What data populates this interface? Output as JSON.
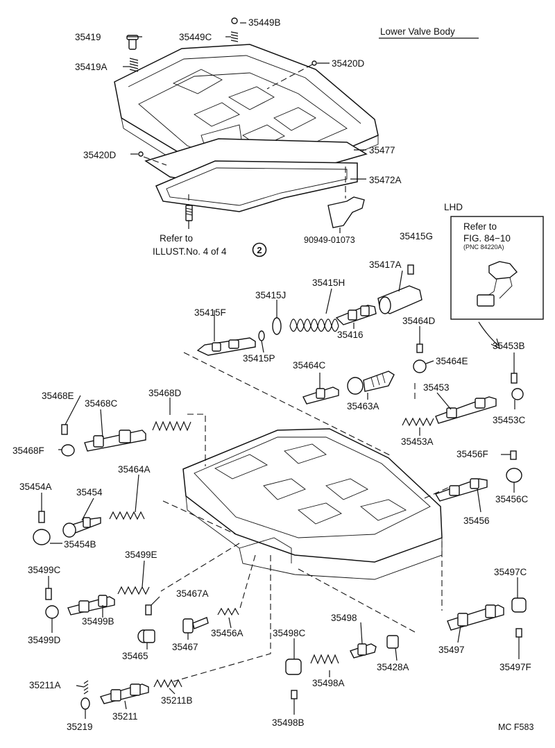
{
  "title": "Lower Valve Body",
  "footer_code": "MC F583",
  "lhd_box": {
    "heading": "LHD",
    "line1": "Refer to",
    "line2": "FIG. 84−10",
    "pnc": "(PNC 84220A)"
  },
  "refer_note": {
    "line1": "Refer to",
    "line2": "ILLUST.No. 4 of 4",
    "badge": "2"
  },
  "part_numbers": [
    "35419",
    "35449C",
    "35449B",
    "35419A",
    "35420D",
    "35420D",
    "35477",
    "35472A",
    "90949-01073",
    "35415G",
    "35417A",
    "35415H",
    "35415J",
    "35415F",
    "35416",
    "35415P",
    "35464D",
    "35464E",
    "35464C",
    "35463A",
    "35453B",
    "35453",
    "35453C",
    "35468E",
    "35468D",
    "35468C",
    "35468F",
    "35453A",
    "35456F",
    "35454A",
    "35464A",
    "35454",
    "35456C",
    "35454B",
    "35456",
    "35499E",
    "35499C",
    "35467A",
    "35497C",
    "35499B",
    "35499D",
    "35456A",
    "35498",
    "35498C",
    "35465",
    "35467",
    "35497",
    "35428A",
    "35497F",
    "35498A",
    "35211A",
    "35211B",
    "35219",
    "35211",
    "35498B"
  ]
}
